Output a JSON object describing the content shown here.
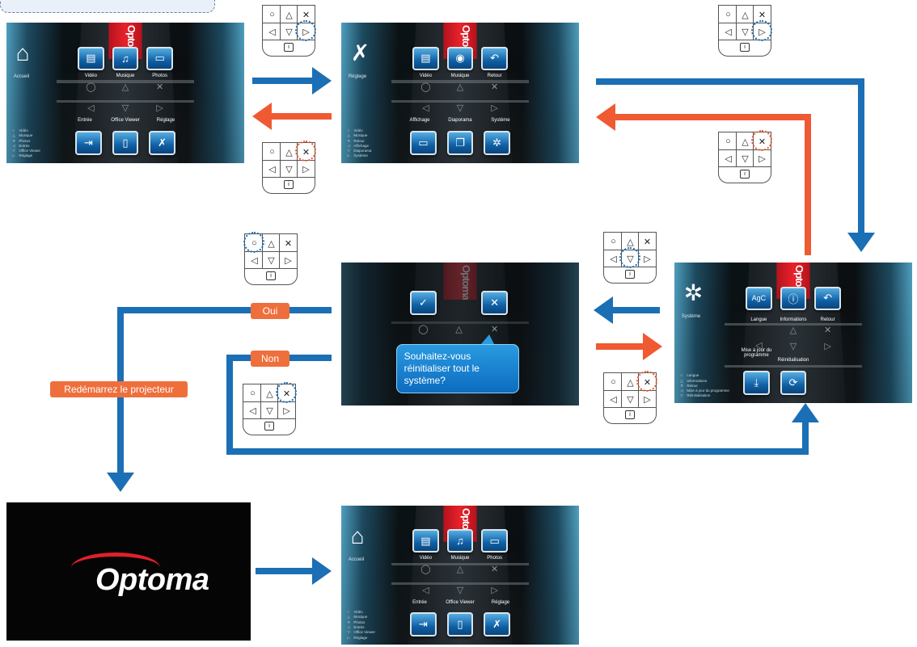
{
  "home_screen": {
    "mode_label": "Accueil",
    "tiles": [
      "Vidéo",
      "Musique",
      "Photos",
      "Entrée",
      "Office Viewer",
      "Réglage"
    ],
    "legend": [
      "Vidéo",
      "Musique",
      "Photos",
      "Entrée",
      "Office Viewer",
      "Réglage"
    ]
  },
  "settings_screen": {
    "mode_label": "Réglage",
    "tiles": [
      "Vidéo",
      "Musique",
      "Retour",
      "Affichage",
      "Diaporama",
      "Système"
    ],
    "legend": [
      "Vidéo",
      "Musique",
      "Retour",
      "Affichage",
      "Diaporama",
      "Système"
    ]
  },
  "system_screen": {
    "mode_label": "Système",
    "tiles": [
      "Langue",
      "Informations",
      "Retour",
      "Mise à jour du programme",
      "Réinitialisation"
    ],
    "legend": [
      "Langue",
      "Informations",
      "Retour",
      "Mise à jour du programme",
      "Réinitialisation"
    ]
  },
  "brand_strip": "Optoma",
  "dialog": {
    "message": "Souhaitez-vous réinitialiser tout le système?"
  },
  "labels": {
    "yes": "Oui",
    "no": "Non",
    "restart": "Redémarrez le projecteur"
  },
  "logo_text": "Optoma",
  "keypad_keys": [
    "○",
    "△",
    "✕",
    "◁",
    "▽",
    "▷",
    "i"
  ],
  "colors": {
    "forward_arrow": "#1b6fb5",
    "back_arrow": "#ef5a32",
    "tile_blue": "#0f5fa4",
    "label_orange": "#ef6f3c"
  }
}
